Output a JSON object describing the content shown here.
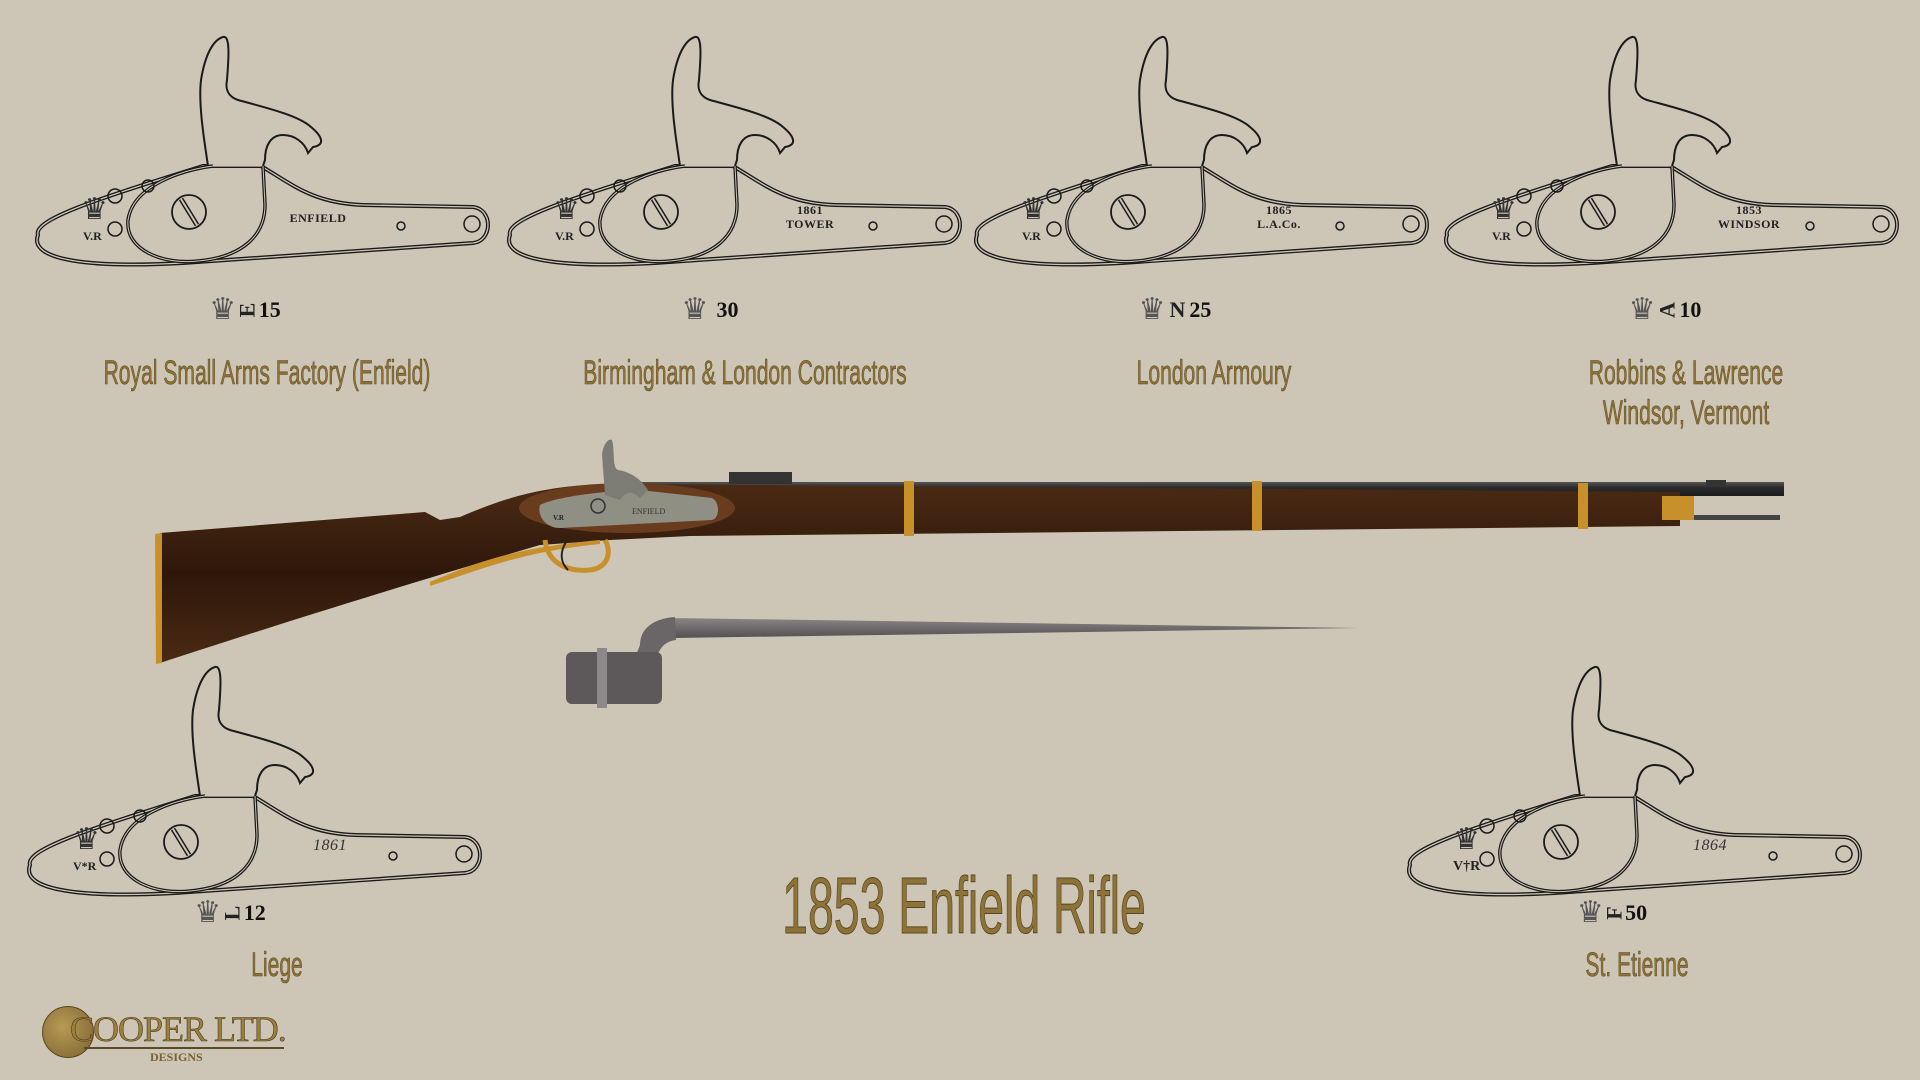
{
  "title": "1853 Enfield Rifle",
  "colors": {
    "background": "#cdc6b6",
    "label_gold": "#8d7337",
    "stock_wood": "#3a1f0e",
    "brass": "#c8902a",
    "barrel": "#2c2c2e"
  },
  "locks": [
    {
      "cypher": "V.R",
      "plate_text": [
        "ENFIELD"
      ],
      "stamp_letter": "E",
      "stamp_number": "15",
      "maker": [
        "Royal  Small Arms Factory (Enfield)"
      ]
    },
    {
      "cypher": "V.R",
      "plate_text": [
        "1861",
        "TOWER"
      ],
      "stamp_letter": "",
      "stamp_number": "30",
      "maker": [
        "Birmingham & London Contractors"
      ]
    },
    {
      "cypher": "V.R",
      "plate_text": [
        "1865",
        "L.A.Co."
      ],
      "stamp_letter": "N",
      "stamp_number": "25",
      "maker": [
        "London Armoury"
      ]
    },
    {
      "cypher": "V.R",
      "plate_text": [
        "1853",
        "WINDSOR"
      ],
      "stamp_letter": "A",
      "stamp_number": "10",
      "maker": [
        "Robbins & Lawrence",
        "Windsor, Vermont"
      ]
    },
    {
      "cypher": "V*R",
      "plate_text": [
        "1861"
      ],
      "stamp_letter": "L",
      "stamp_number": "12",
      "maker": [
        "Liege"
      ]
    },
    {
      "cypher": "V†R",
      "plate_text": [
        "1864"
      ],
      "stamp_letter": "F",
      "stamp_number": "50",
      "maker": [
        "St. Etienne"
      ]
    }
  ],
  "rifle_lock_text": {
    "cypher": "V.R",
    "plate": "ENFIELD"
  },
  "logo": {
    "name": "COOPER LTD.",
    "sub": "DESIGNS"
  }
}
